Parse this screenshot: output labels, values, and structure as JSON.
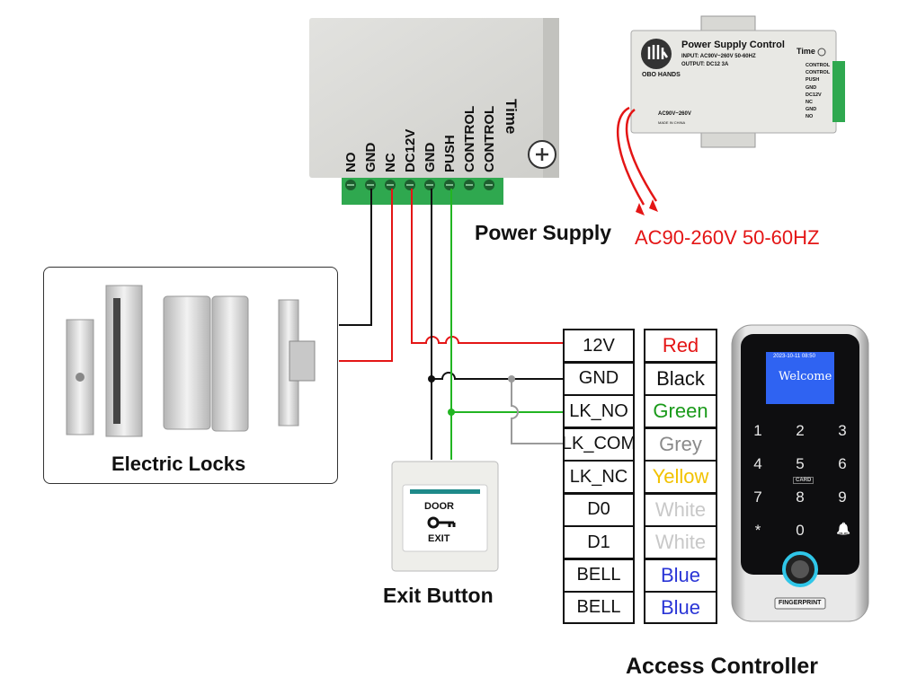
{
  "supply": {
    "terminals": [
      "NO",
      "GND",
      "NC",
      "DC12V",
      "GND",
      "PUSH",
      "CONTROL",
      "CONTROL"
    ],
    "brand": "Time",
    "title": "Power Supply",
    "ac_spec": "AC90-260V 50-60HZ",
    "photo": {
      "title": "Power Supply Control",
      "input": "INPUT: AC90V~260V 50-60HZ",
      "output": "OUTPUT: DC12 3A",
      "logo": "OBO HANDS",
      "ac": "AC90V~260V",
      "made": "MADE IN CHINA",
      "brand": "Time",
      "terminals": [
        "CONTROL",
        "CONTROL",
        "PUSH",
        "GND",
        "DC12V",
        "NC",
        "GND",
        "NO"
      ]
    }
  },
  "locks": {
    "caption": "Electric Locks"
  },
  "exit_button": {
    "caption": "Exit Button",
    "top_text": "DOOR",
    "bottom_text": "EXIT"
  },
  "wires": {
    "pins": [
      "12V",
      "GND",
      "LK_NO",
      "LK_COM",
      "LK_NC",
      "D0",
      "D1",
      "BELL",
      "BELL"
    ],
    "colors": [
      "Red",
      "Black",
      "Green",
      "Grey",
      "Yellow",
      "White",
      "White",
      "Blue",
      "Blue"
    ],
    "color_hex": [
      "#e41515",
      "#111111",
      "#1a9a1a",
      "#8a8a8a",
      "#f2c200",
      "#c8c8c8",
      "#c8c8c8",
      "#2a35d6",
      "#2a35d6"
    ]
  },
  "controller": {
    "caption": "Access Controller",
    "date": "2023-10-11  08:50",
    "welcome": "Welcome",
    "keys": [
      "1",
      "2",
      "3",
      "4",
      "5",
      "6",
      "7",
      "8",
      "9",
      "*",
      "0",
      "bell-icon"
    ],
    "card_label": "CARD",
    "fingerprint_label": "FINGERPRINT"
  },
  "colors": {
    "wire_red": "#e41515",
    "wire_green": "#22b522",
    "wire_black": "#111111",
    "wire_grey": "#9a9a9a",
    "terminal_green": "#2fa84f",
    "screen_blue": "#2f63f2"
  }
}
